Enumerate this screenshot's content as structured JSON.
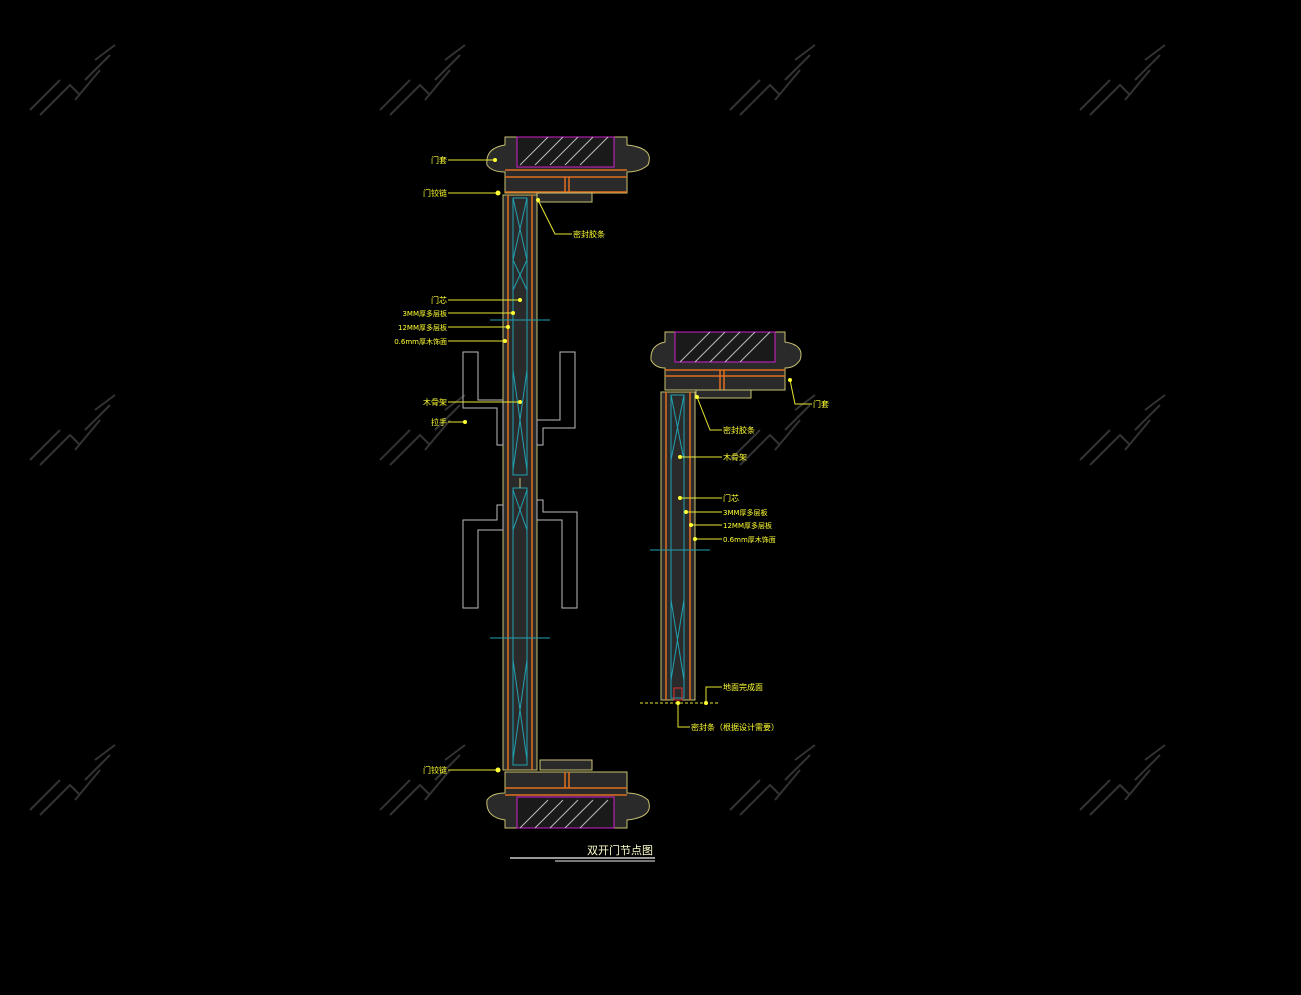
{
  "title": "双开门节点图",
  "labels": {
    "door_casing": "门套",
    "hinge": "门铰链",
    "seal_strip": "密封胶条",
    "door_core": "门芯",
    "ply_3mm": "3MM厚多层板",
    "ply_12mm": "12MM厚多层板",
    "veneer": "0.6mm厚木饰面",
    "wood_frame": "木骨架",
    "handle": "拉手",
    "floor_finish": "地面完成面",
    "bottom_seal": "密封条（根据设计需要）"
  },
  "colors": {
    "background": "#000000",
    "label": "#ffff33",
    "frame": "#c8c070",
    "orange": "#e07020",
    "magenta": "#d020d0",
    "cyan": "#20a0b0"
  }
}
